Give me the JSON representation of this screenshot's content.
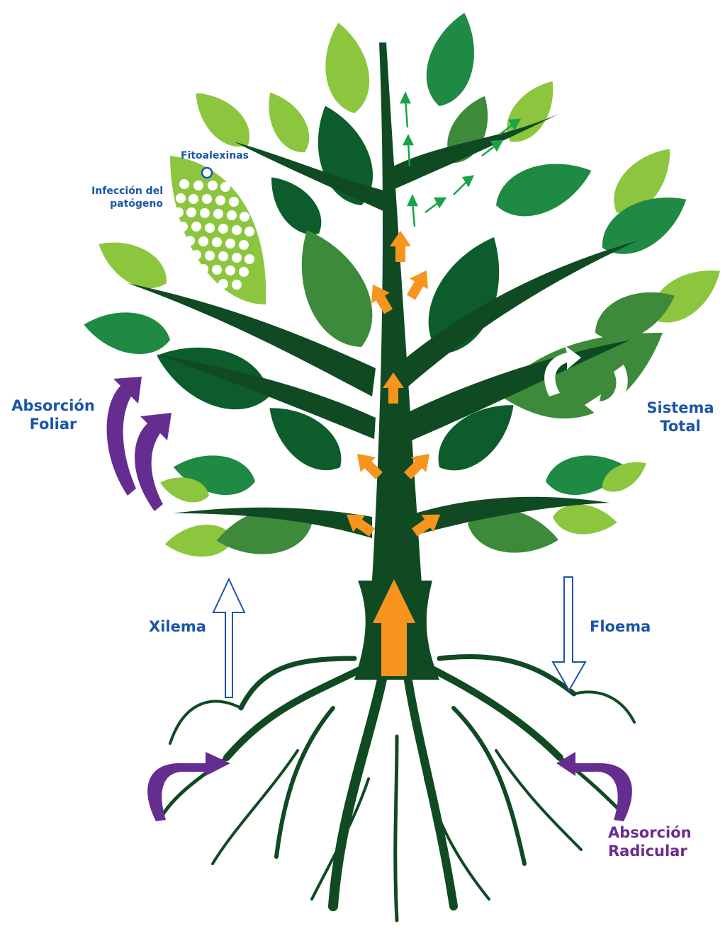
{
  "labels": {
    "fitoalexinas": "Fitoalexinas",
    "infeccion_line1": "Infección del",
    "infeccion_line2": "patógeno",
    "absorcion_foliar_line1": "Absorción",
    "absorcion_foliar_line2": "Foliar",
    "sistema_total_line1": "Sistema",
    "sistema_total_line2": "Total",
    "xilema": "Xilema",
    "floema": "Floema",
    "absorcion_radicular_line1": "Absorción",
    "absorcion_radicular_line2": "Radicular"
  },
  "colors": {
    "trunk": "#0f4a22",
    "leaf_dark": "#0d5c2c",
    "leaf_mid": "#1e7d3a",
    "leaf_green": "#3c9a3f",
    "leaf_light": "#8cc63f",
    "orange_arrow": "#f7941d",
    "purple_arrow": "#662d91",
    "blue_text": "#1a56a8",
    "small_green_arrow": "#19a347"
  }
}
